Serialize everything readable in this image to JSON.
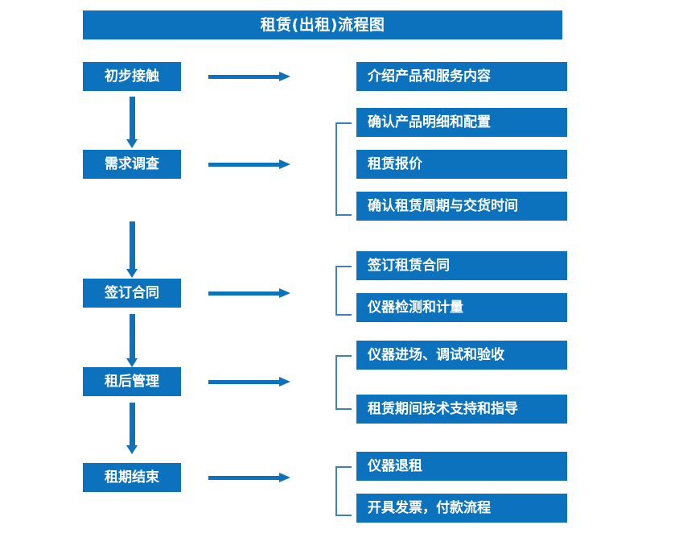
{
  "diagram": {
    "title": "租赁(出租)流程图",
    "theme": {
      "box_fill": "#0D72BE",
      "box_text": "#FFFFFF",
      "arrow": "#0D72BE",
      "bracket": "#3F7FC1",
      "background": "#FFFFFF"
    },
    "stages": [
      {
        "id": "stage-1",
        "label": "初步接触",
        "details": [
          {
            "label": "介绍产品和服务内容"
          }
        ]
      },
      {
        "id": "stage-2",
        "label": "需求调查",
        "details": [
          {
            "label": "确认产品明细和配置"
          },
          {
            "label": "租赁报价"
          },
          {
            "label": "确认租赁周期与交货时间"
          }
        ]
      },
      {
        "id": "stage-3",
        "label": "签订合同",
        "details": [
          {
            "label": "签订租赁合同"
          },
          {
            "label": "仪器检测和计量"
          }
        ]
      },
      {
        "id": "stage-4",
        "label": "租后管理",
        "details": [
          {
            "label": "仪器进场、调试和验收"
          },
          {
            "label": "租赁期间技术支持和指导"
          }
        ]
      },
      {
        "id": "stage-5",
        "label": "租期结束",
        "details": [
          {
            "label": "仪器退租"
          },
          {
            "label": "开具发票，付款流程"
          }
        ]
      }
    ]
  }
}
